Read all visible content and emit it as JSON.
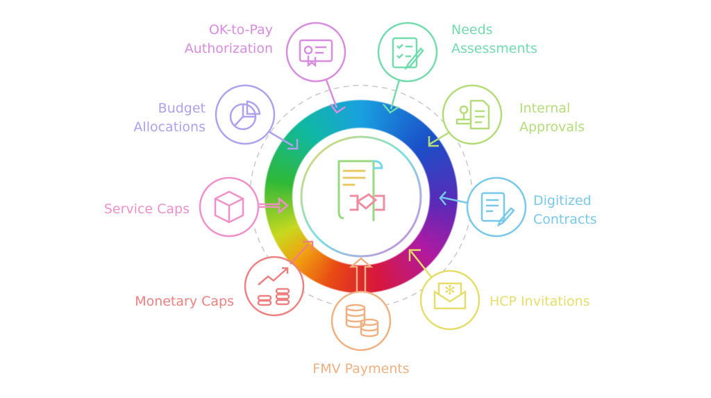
{
  "title": "Compliance process diagram",
  "nodes": [
    {
      "id": "ok-to-pay",
      "lines": [
        "OK-to-Pay",
        "Authorization"
      ],
      "color": "#d88ce0",
      "icon": "certificate-icon"
    },
    {
      "id": "needs",
      "lines": [
        "Needs",
        "Assessments"
      ],
      "color": "#72dcae",
      "icon": "checklist-pen-icon"
    },
    {
      "id": "internal",
      "lines": [
        "Internal",
        "Approvals"
      ],
      "color": "#b4dc78",
      "icon": "stamp-document-icon"
    },
    {
      "id": "digitized",
      "lines": [
        "Digitized",
        "Contracts"
      ],
      "color": "#78c8ec",
      "icon": "signing-document-icon"
    },
    {
      "id": "hcp",
      "lines": [
        "HCP Invitations"
      ],
      "color": "#e6de6c",
      "icon": "envelope-invitation-icon"
    },
    {
      "id": "fmv",
      "lines": [
        "FMV Payments"
      ],
      "color": "#f0b080",
      "icon": "coins-stack-icon"
    },
    {
      "id": "monetary",
      "lines": [
        "Monetary Caps"
      ],
      "color": "#ee8080",
      "icon": "growth-coins-icon"
    },
    {
      "id": "service",
      "lines": [
        "Service Caps"
      ],
      "color": "#f090c8",
      "icon": "box-icon"
    },
    {
      "id": "budget",
      "lines": [
        "Budget",
        "Allocations"
      ],
      "color": "#b0a0f0",
      "icon": "pie-chart-icon"
    }
  ],
  "center": {
    "icon": "contract-handshake-icon"
  }
}
